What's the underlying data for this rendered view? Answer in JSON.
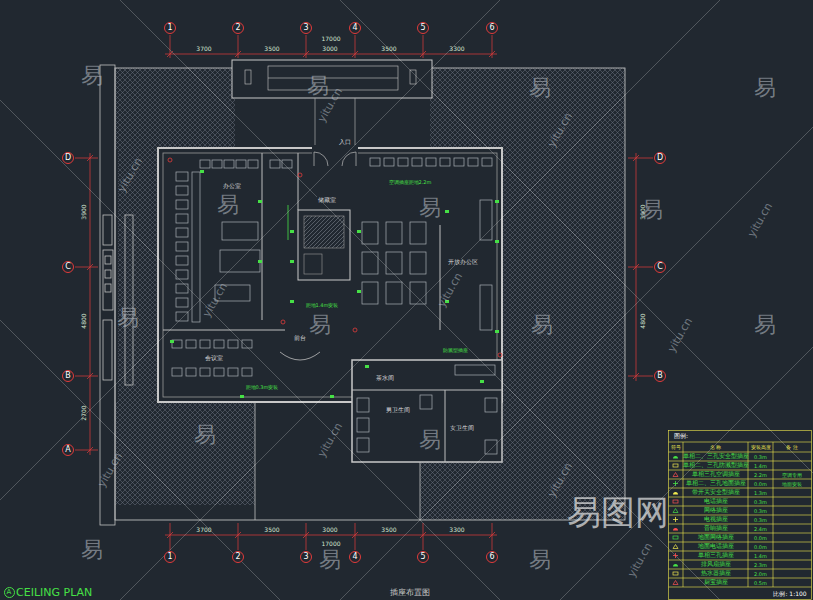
{
  "diagram": {
    "caption": "插座布置图",
    "nodes": [
      {
        "text": [
          "1"
        ]
      },
      {
        "text": [
          "2"
        ]
      },
      {
        "text": [
          "3"
        ]
      },
      {
        "text": [
          "4"
        ]
      },
      {
        "text": [
          "5"
        ]
      },
      {
        "text": [
          "6"
        ]
      },
      {
        "text": [
          "D"
        ]
      },
      {
        "text": [
          "D"
        ]
      },
      {
        "text": [
          "C"
        ]
      },
      {
        "text": [
          "C"
        ]
      },
      {
        "text": [
          "B"
        ]
      },
      {
        "text": [
          "B"
        ]
      },
      {
        "text": [
          "A"
        ]
      },
      {
        "text": [
          "1"
        ]
      },
      {
        "text": [
          "2"
        ]
      },
      {
        "text": [
          "3"
        ]
      },
      {
        "text": [
          "4"
        ]
      },
      {
        "text": [
          "5"
        ]
      },
      {
        "text": [
          "6"
        ]
      },
      {
        "text": [
          "A"
        ]
      }
    ],
    "labels": [
      "3700",
      "3500",
      "3000",
      "3500",
      "3300",
      "17000",
      "3700",
      "3500",
      "3000",
      "3500",
      "3300",
      "17000",
      "3900",
      "4800",
      "2700",
      "3900",
      "4800",
      "CEILING PLAN",
      "图例:",
      "符号",
      "名 称",
      "安装高度",
      "备 注",
      "0.3m",
      "1.4m",
      "2.2m",
      "0.0m",
      "1.3m",
      "0.3m",
      "0.3m",
      "0.3m",
      "2.4m",
      "0.0m",
      "0.0m",
      "1.4m",
      "2.3m",
      "2.0m",
      "0.5m",
      "空调专用",
      "地面安装",
      "比例: 1:100",
      "办公室",
      "会议室",
      "开放办公区",
      "储藏室",
      "男卫生间",
      "女卫生间",
      "茶水间",
      "入口",
      "前台",
      "距地1.4m安装",
      "距地0.3m安装",
      "防溅型插座",
      "空调插座距地2.2m",
      "易",
      "易",
      "易",
      "易",
      "易",
      "易",
      "易",
      "易",
      "易",
      "易",
      "易",
      "易",
      "易",
      "易",
      "易",
      "易",
      "yitu.cn",
      "yitu.cn",
      "yitu.cn",
      "yitu.cn",
      "yitu.cn",
      "yitu.cn",
      "yitu.cn",
      "yitu.cn",
      "yitu.cn",
      "yitu.cn",
      "yitu.cn",
      "易图网"
    ],
    "legend": [
      {
        "text": "单相二、三孔安全型插座"
      },
      {
        "text": "单相二、三孔防溅型插座"
      },
      {
        "text": "单相三孔空调插座"
      },
      {
        "text": "单相二、三孔地面插座"
      },
      {
        "text": "带开关安全型插座"
      },
      {
        "text": "电话插座"
      },
      {
        "text": "网络插座"
      },
      {
        "text": "电视插座"
      },
      {
        "text": "音响插座"
      },
      {
        "text": "地面网络插座"
      },
      {
        "text": "地面电话插座"
      },
      {
        "text": "单相三孔插座"
      },
      {
        "text": "排风扇插座"
      },
      {
        "text": "热水器插座"
      },
      {
        "text": "厨宝插座"
      }
    ]
  }
}
